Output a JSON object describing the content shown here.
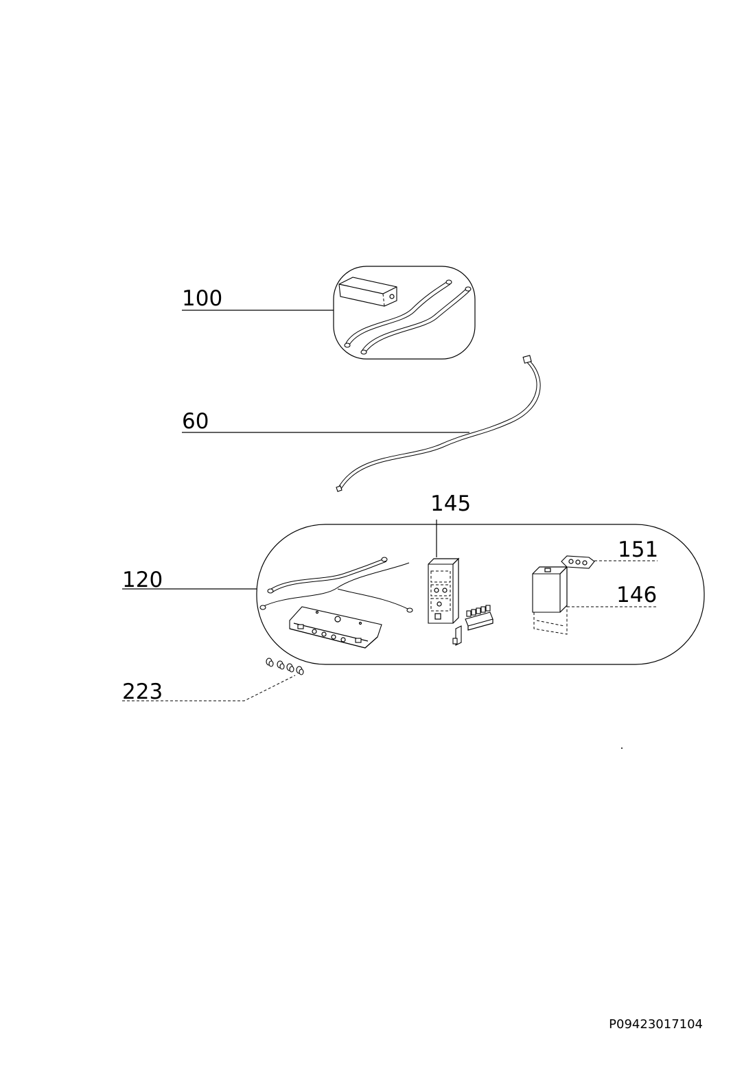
{
  "callouts": {
    "c100": "100",
    "c60": "60",
    "c145": "145",
    "c151": "151",
    "c120": "120",
    "c146": "146",
    "c223": "223"
  },
  "document_id": "P09423017104"
}
